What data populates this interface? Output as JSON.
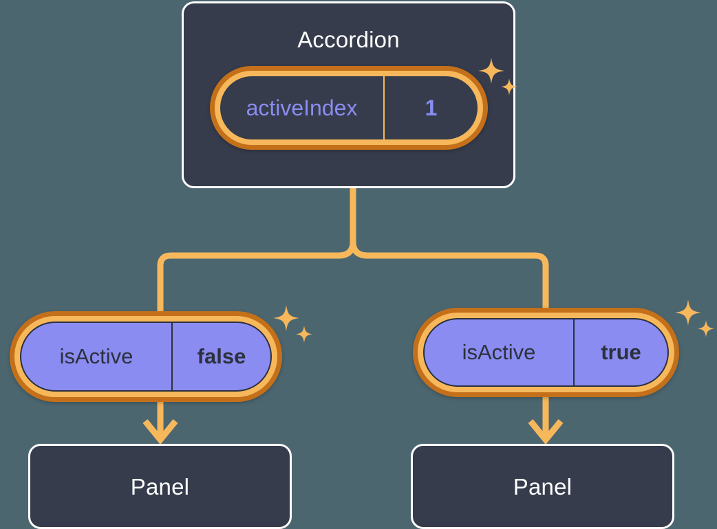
{
  "theme": {
    "background": "#4c6670",
    "card_fill": "#363c4b",
    "card_border": "#ffffff",
    "ring_outer": "#c4701a",
    "ring_inner": "#f7b85c",
    "wire": "#f7b85c",
    "pill_purple": "#8a8cf2",
    "text_light": "#ffffff",
    "text_periwinkle": "#8a8cf2",
    "text_dark": "#2c313c"
  },
  "tree": {
    "root": {
      "title": "Accordion",
      "state_pill": {
        "key": "activeIndex",
        "value": "1",
        "highlighted": true
      },
      "sparkle_icon": "sparkles-icon"
    },
    "children": [
      {
        "state_pill": {
          "key": "isActive",
          "value": "false",
          "highlighted": true
        },
        "sparkle_icon": "sparkles-icon",
        "arrow_icon": "arrow-down-icon",
        "component": {
          "title": "Panel"
        }
      },
      {
        "state_pill": {
          "key": "isActive",
          "value": "true",
          "highlighted": true
        },
        "sparkle_icon": "sparkles-icon",
        "arrow_icon": "arrow-down-icon",
        "component": {
          "title": "Panel"
        }
      }
    ]
  }
}
